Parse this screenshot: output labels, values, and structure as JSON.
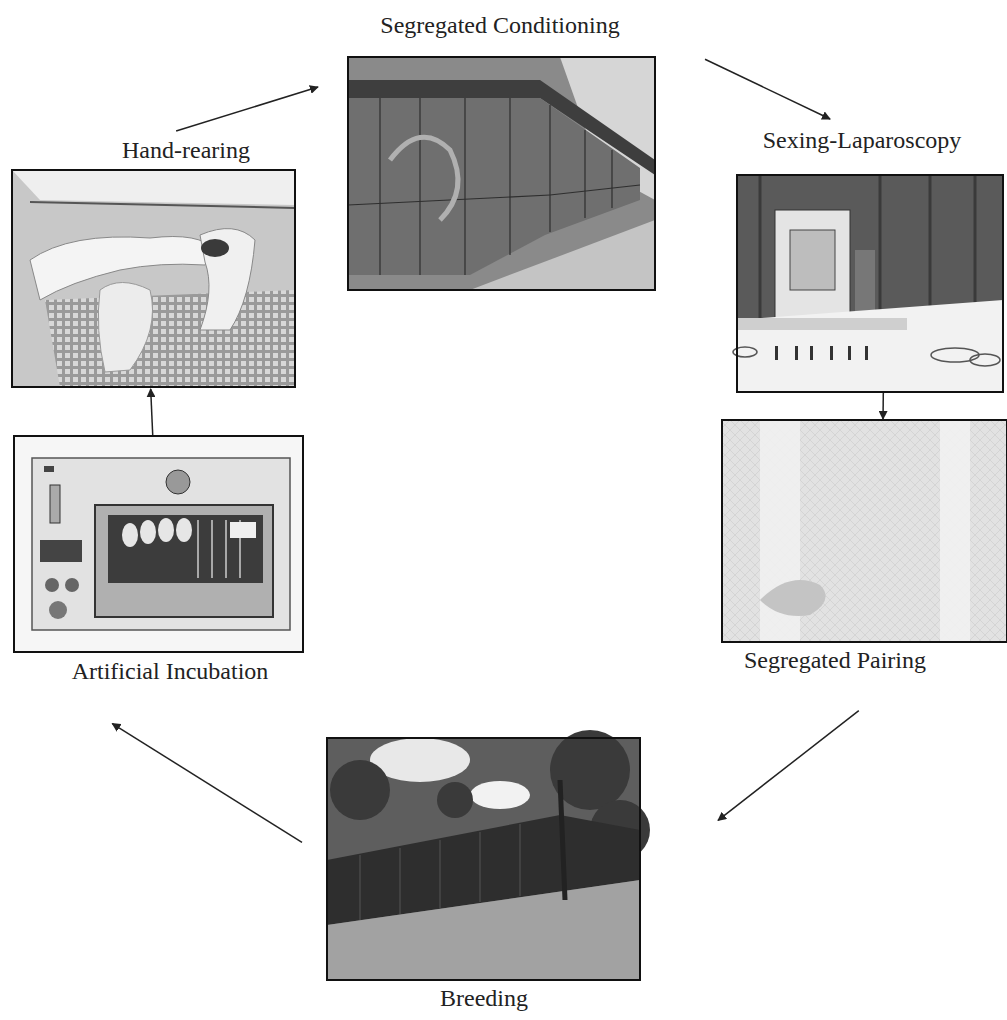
{
  "diagram": {
    "nodes": [
      {
        "text": [
          "Segregated Conditioning"
        ]
      },
      {
        "text": [
          "Sexing-Laparoscopy"
        ]
      },
      {
        "text": [
          "Segregated Pairing"
        ]
      },
      {
        "text": [
          "Breeding"
        ]
      },
      {
        "text": [
          "Artificial Incubation"
        ]
      },
      {
        "text": [
          "Hand-rearing"
        ]
      }
    ],
    "edges": [
      {
        "from": 0,
        "to": 1,
        "arrow": "to"
      },
      {
        "from": 1,
        "to": 2,
        "arrow": "to"
      },
      {
        "from": 2,
        "to": 3,
        "arrow": "to"
      },
      {
        "from": 3,
        "to": 4,
        "arrow": "to"
      },
      {
        "from": 4,
        "to": 5,
        "arrow": "to"
      },
      {
        "from": 5,
        "to": 0,
        "arrow": "to"
      }
    ]
  }
}
